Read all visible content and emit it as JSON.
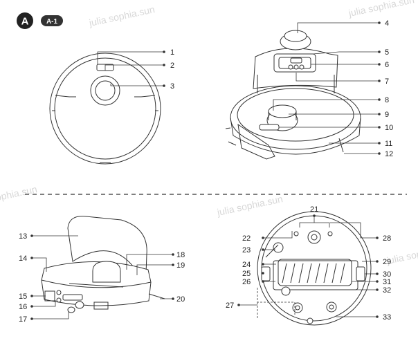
{
  "section": {
    "badge_letter": "A",
    "tag_label": "A-1"
  },
  "watermark": "julia sophia.sun",
  "callouts": [
    "1",
    "2",
    "3",
    "4",
    "5",
    "6",
    "7",
    "8",
    "9",
    "10",
    "11",
    "12",
    "13",
    "14",
    "15",
    "16",
    "17",
    "18",
    "19",
    "20",
    "21",
    "22",
    "23",
    "24",
    "25",
    "26",
    "27",
    "28",
    "29",
    "30",
    "31",
    "32",
    "33"
  ]
}
